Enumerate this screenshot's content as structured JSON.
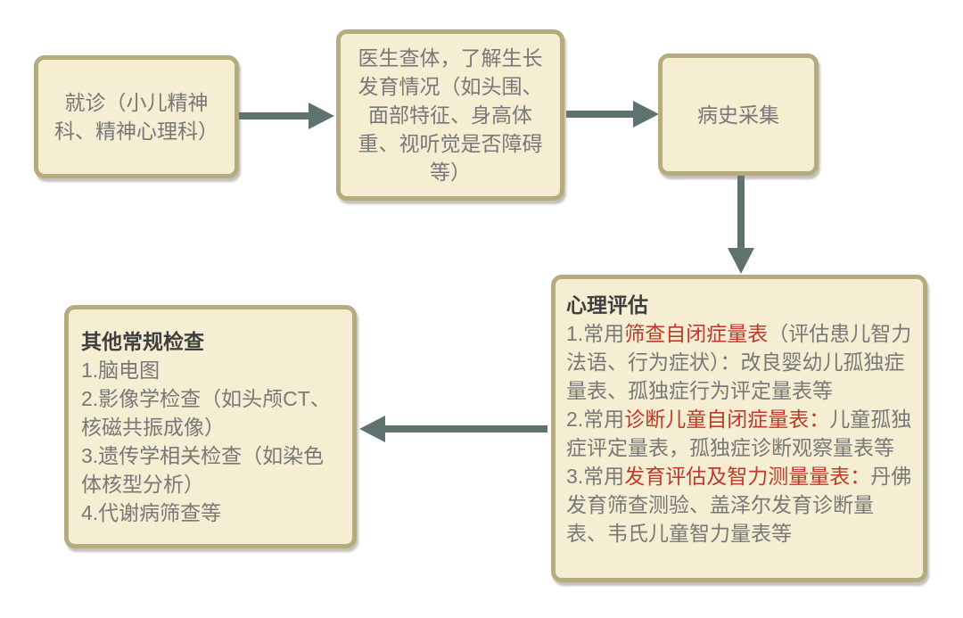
{
  "diagram": {
    "colors": {
      "box_fill": "#f6eed2",
      "box_border": "#b6ab7f",
      "arrow": "#5e7370",
      "heading_text": "#3f3f3f",
      "body_text": "#787878",
      "highlight_red": "#c0392b"
    },
    "boxes": {
      "visit": {
        "label": "就诊（小儿精神科、精神心理科）"
      },
      "exam": {
        "label": "医生查体，了解生长发育情况（如头围、面部特征、身高体重、视听觉是否障碍等）"
      },
      "history": {
        "label": "病史采集"
      },
      "assessment": {
        "title": "心理评估",
        "items": [
          {
            "segments": [
              {
                "text": "1.常用",
                "red": false
              },
              {
                "text": "筛查自闭症量表",
                "red": true
              },
              {
                "text": "（评估患儿智力法语、行为症状）：改良婴幼儿孤独症量表、孤独症行为评定量表等",
                "red": false
              }
            ]
          },
          {
            "segments": [
              {
                "text": "2.常用",
                "red": false
              },
              {
                "text": "诊断儿童自闭症量表：",
                "red": true
              },
              {
                "text": "儿童孤独症评定量表，孤独症诊断观察量表等",
                "red": false
              }
            ]
          },
          {
            "segments": [
              {
                "text": "3.常用",
                "red": false
              },
              {
                "text": "发育评估及智力测量量表：",
                "red": true
              },
              {
                "text": "丹佛发育筛查测验、盖泽尔发育诊断量表、韦氏儿童智力量表等",
                "red": false
              }
            ]
          }
        ]
      },
      "other_tests": {
        "title": "其他常规检查",
        "items": [
          "1.脑电图",
          "2.影像学检查（如头颅CT、核磁共振成像）",
          "3.遗传学相关检查（如染色体核型分析）",
          "4.代谢病筛查等"
        ]
      }
    }
  }
}
